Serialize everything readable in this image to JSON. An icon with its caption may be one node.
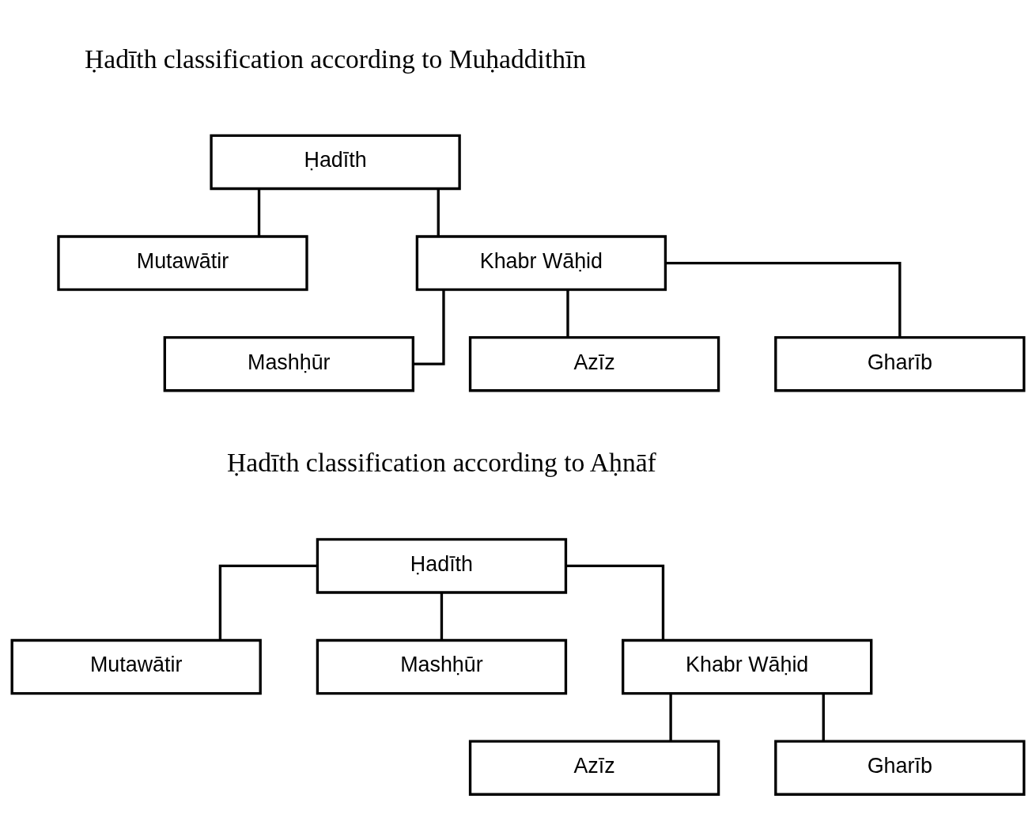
{
  "diagram": {
    "nodes": [
      {
        "text": [
          "Ḥadīth"
        ]
      },
      {
        "text": [
          "Mutawātir"
        ]
      },
      {
        "text": [
          "Khabr Wāḥid"
        ]
      },
      {
        "text": [
          "Mashḥūr"
        ]
      },
      {
        "text": [
          "Azīz"
        ]
      },
      {
        "text": [
          "Gharīb"
        ]
      },
      {
        "text": [
          "Ḥadīth"
        ]
      },
      {
        "text": [
          "Mutawātir"
        ]
      },
      {
        "text": [
          "Mashḥūr"
        ]
      },
      {
        "text": [
          "Khabr Wāḥid"
        ]
      },
      {
        "text": [
          "Azīz"
        ]
      },
      {
        "text": [
          "Gharīb"
        ]
      }
    ],
    "edges": [
      {
        "from": 0,
        "to": 1,
        "arrow": "none"
      },
      {
        "from": 0,
        "to": 2,
        "arrow": "none"
      },
      {
        "from": 2,
        "to": 3,
        "arrow": "none"
      },
      {
        "from": 2,
        "to": 4,
        "arrow": "none"
      },
      {
        "from": 2,
        "to": 5,
        "arrow": "none"
      },
      {
        "from": 6,
        "to": 7,
        "arrow": "none"
      },
      {
        "from": 6,
        "to": 8,
        "arrow": "none"
      },
      {
        "from": 6,
        "to": 9,
        "arrow": "none"
      },
      {
        "from": 9,
        "to": 10,
        "arrow": "none"
      },
      {
        "from": 9,
        "to": 11,
        "arrow": "none"
      }
    ],
    "labels": [
      "Ḥadīth classification according to Muḥaddithīn",
      "Ḥadīth classification according to Aḥnāf"
    ]
  }
}
